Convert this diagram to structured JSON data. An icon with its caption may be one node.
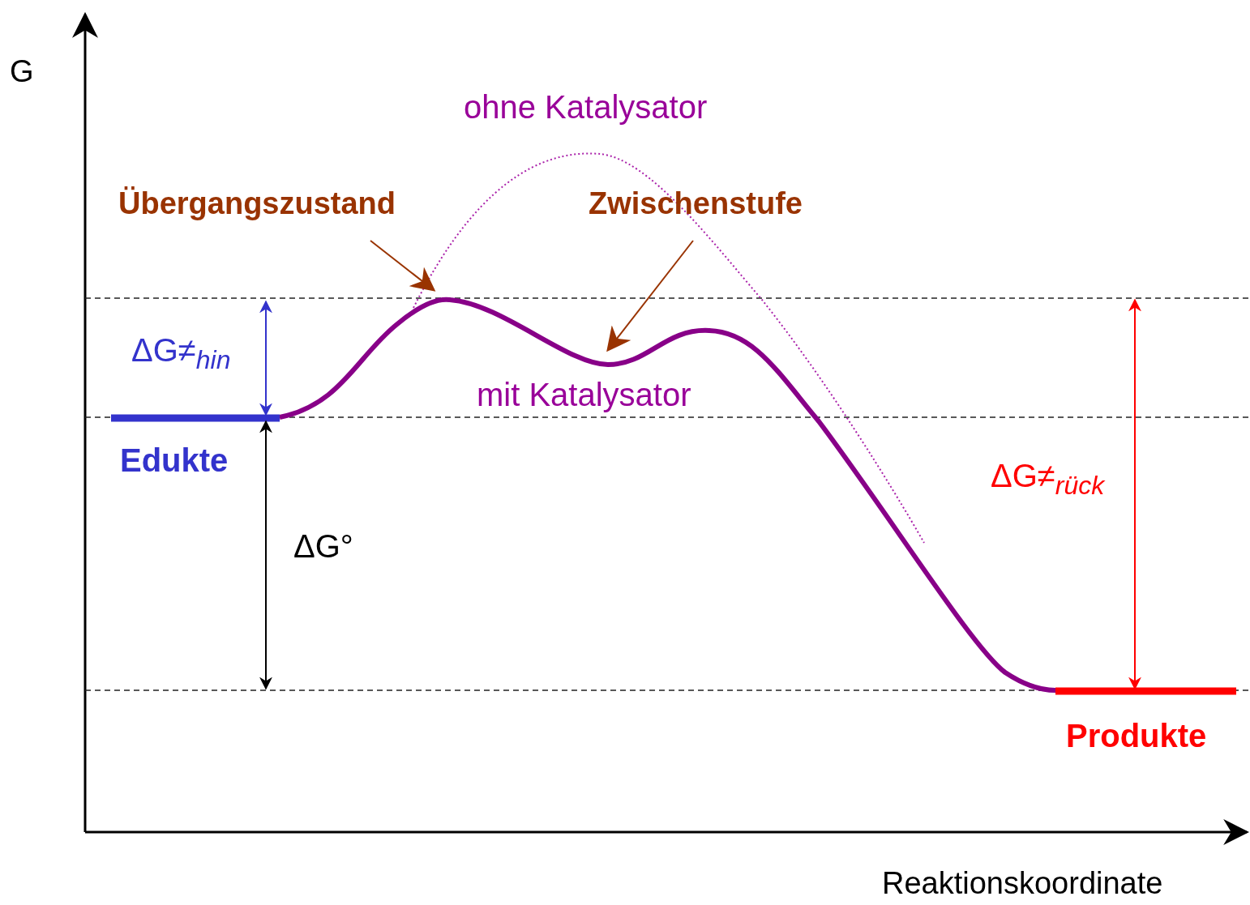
{
  "diagram": {
    "nodes": [
      {
        "text": [
          "Übergangszustand"
        ]
      },
      {
        "text": [
          "Zwischenstufe"
        ]
      }
    ],
    "edges": [
      {
        "from": 0,
        "to": null,
        "arrow": "to"
      },
      {
        "from": 1,
        "to": null,
        "arrow": "to"
      }
    ],
    "labels": [
      "G",
      "ohne Katalysator",
      "ΔG≠$_{hin}$",
      "mit Katalysator",
      "Edukte",
      "ΔG≠$_{rück}$",
      "ΔG°",
      "Produkte",
      "Reaktionskoordinate"
    ]
  }
}
